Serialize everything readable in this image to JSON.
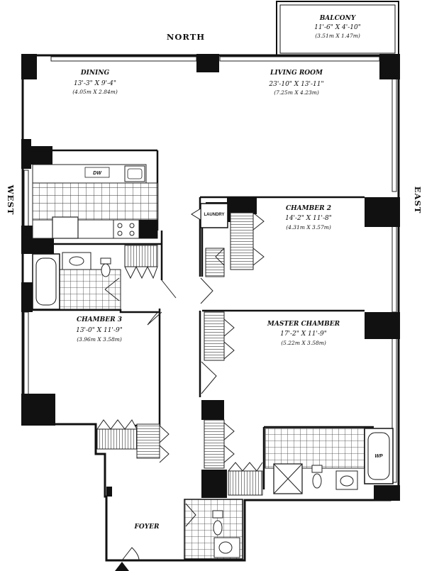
{
  "compass": {
    "north": "NORTH",
    "west": "WEST",
    "east": "EAST"
  },
  "rooms": {
    "balcony": {
      "name": "BALCONY",
      "dim": "11'-6\" X 4'-10\"",
      "metric": "(3.51m X 1.47m)"
    },
    "dining": {
      "name": "DINING",
      "dim": "13'-3\" X 9'-4\"",
      "metric": "(4.05m X 2.84m)"
    },
    "living": {
      "name": "LIVING ROOM",
      "dim": "23'-10\" X 13'-11\"",
      "metric": "(7.25m X 4.23m)"
    },
    "chamber2": {
      "name": "CHAMBER 2",
      "dim": "14'-2\" X 11'-8\"",
      "metric": "(4.31m X 3.57m)"
    },
    "chamber3": {
      "name": "CHAMBER 3",
      "dim": "13'-0\" X 11'-9\"",
      "metric": "(3.96m X 3.58m)"
    },
    "master": {
      "name": "MASTER CHAMBER",
      "dim": "17'-2\" X 11'-9\"",
      "metric": "(5.22m X 3.58m)"
    },
    "foyer": {
      "name": "FOYER"
    }
  },
  "fixtures": {
    "laundry": "LAUNDRY",
    "dw": "DW",
    "wp": "WP"
  },
  "colors": {
    "wall": "#111111",
    "line": "#222222",
    "background": "#ffffff"
  }
}
